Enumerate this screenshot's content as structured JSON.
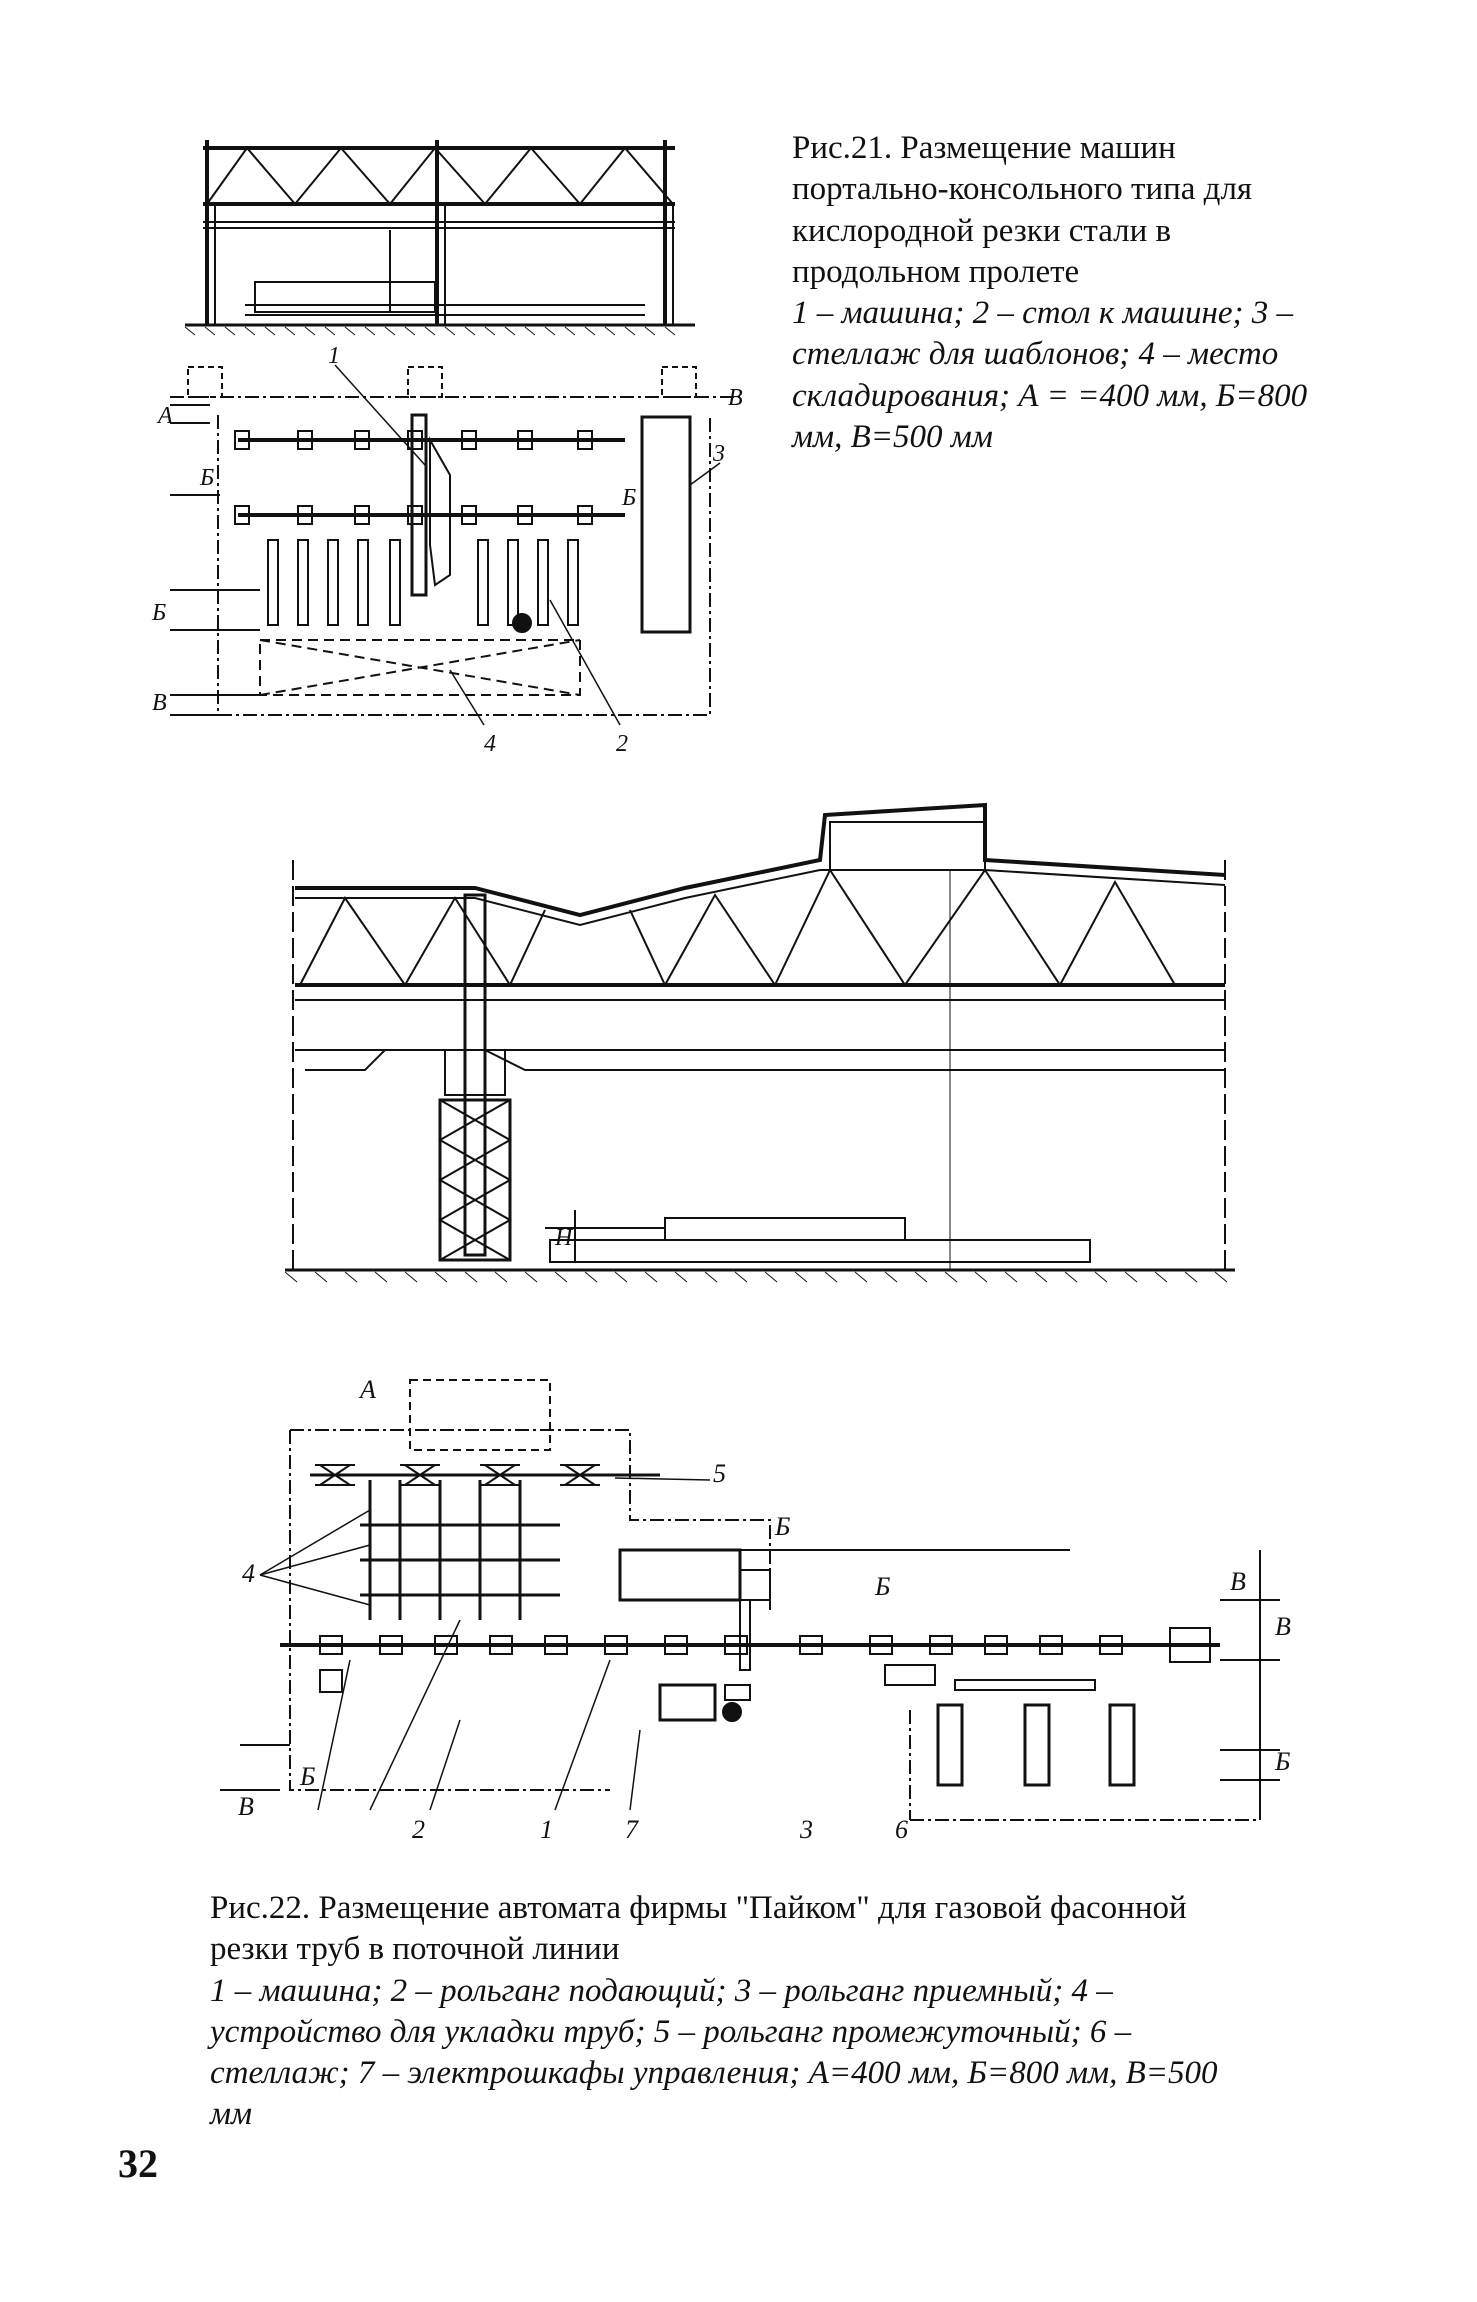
{
  "fig21": {
    "caption_title": "Рис.21. Размещение машин портально-консольного типа для кислородной резки стали в продольном пролете",
    "caption_legend": "1 – машина; 2 – стол к машине; 3 – стеллаж для шаблонов; 4 – место складирования; А = =400 мм, Б=800 мм, В=500 мм",
    "labels": {
      "n1": "1",
      "n2": "2",
      "n3": "3",
      "n4": "4",
      "A": "А",
      "B_left": "Б",
      "B_mid": "Б",
      "V_top": "В",
      "B_side": "Б",
      "V_side": "В"
    }
  },
  "fig22": {
    "caption_title": "Рис.22. Размещение автомата фирмы \"Пайком\" для газовой фасонной резки труб в поточной линии",
    "caption_legend": "1 – машина; 2 – рольганг подающий; 3 – рольганг приемный; 4 – устройство для укладки труб; 5 – рольганг промежуточный; 6 – стеллаж; 7 – электрошкафы управления; А=400 мм, Б=800 мм, В=500 мм",
    "labels": {
      "H": "Н",
      "A": "А",
      "n5": "5",
      "B_top": "Б",
      "B_top2": "Б",
      "n4": "4",
      "V_r1": "В",
      "V_r2": "В",
      "B_r": "Б",
      "V_bl": "В",
      "B_bl": "Б",
      "n2": "2",
      "n1": "1",
      "n7": "7",
      "n3": "3",
      "n6": "6"
    }
  },
  "page_number": "32"
}
